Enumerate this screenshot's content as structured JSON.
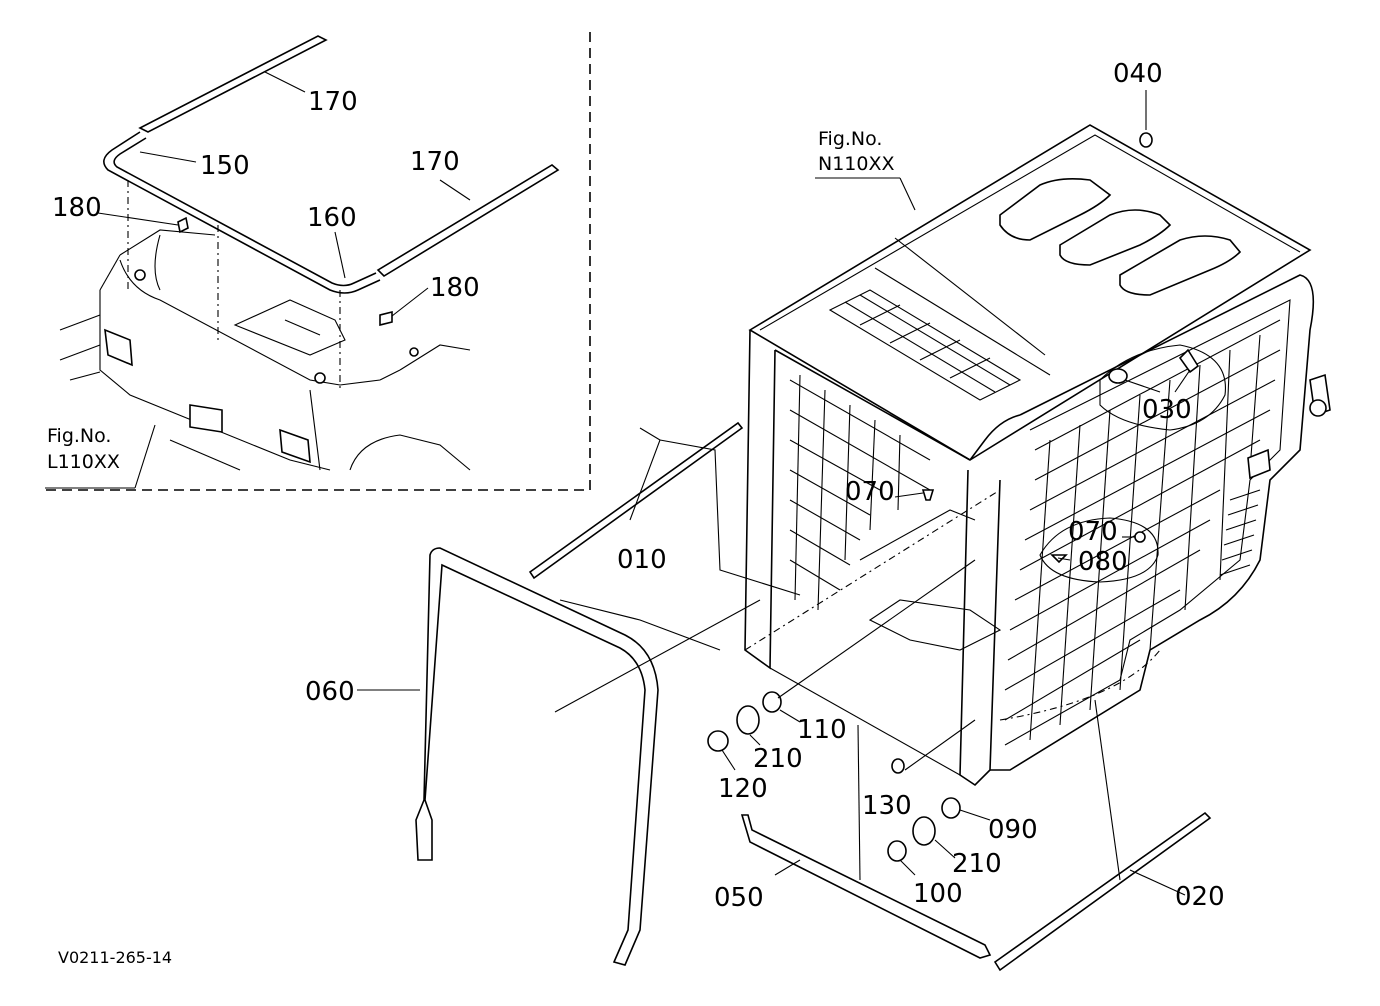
{
  "diagram": {
    "code": "V0211-265-14",
    "fig_refs": {
      "inset": {
        "title": "Fig.No.",
        "code": "L110XX"
      },
      "cabin": {
        "title": "Fig.No.",
        "code": "N110XX"
      }
    },
    "labels": {
      "p170a": "170",
      "p150": "150",
      "p170b": "170",
      "p180a": "180",
      "p160": "160",
      "p180b": "180",
      "p040": "040",
      "p030": "030",
      "p070a": "070",
      "p070b": "070",
      "p080": "080",
      "p010": "010",
      "p060": "060",
      "p110": "110",
      "p210a": "210",
      "p120": "120",
      "p130": "130",
      "p090": "090",
      "p210b": "210",
      "p100": "100",
      "p050": "050",
      "p020": "020"
    }
  }
}
